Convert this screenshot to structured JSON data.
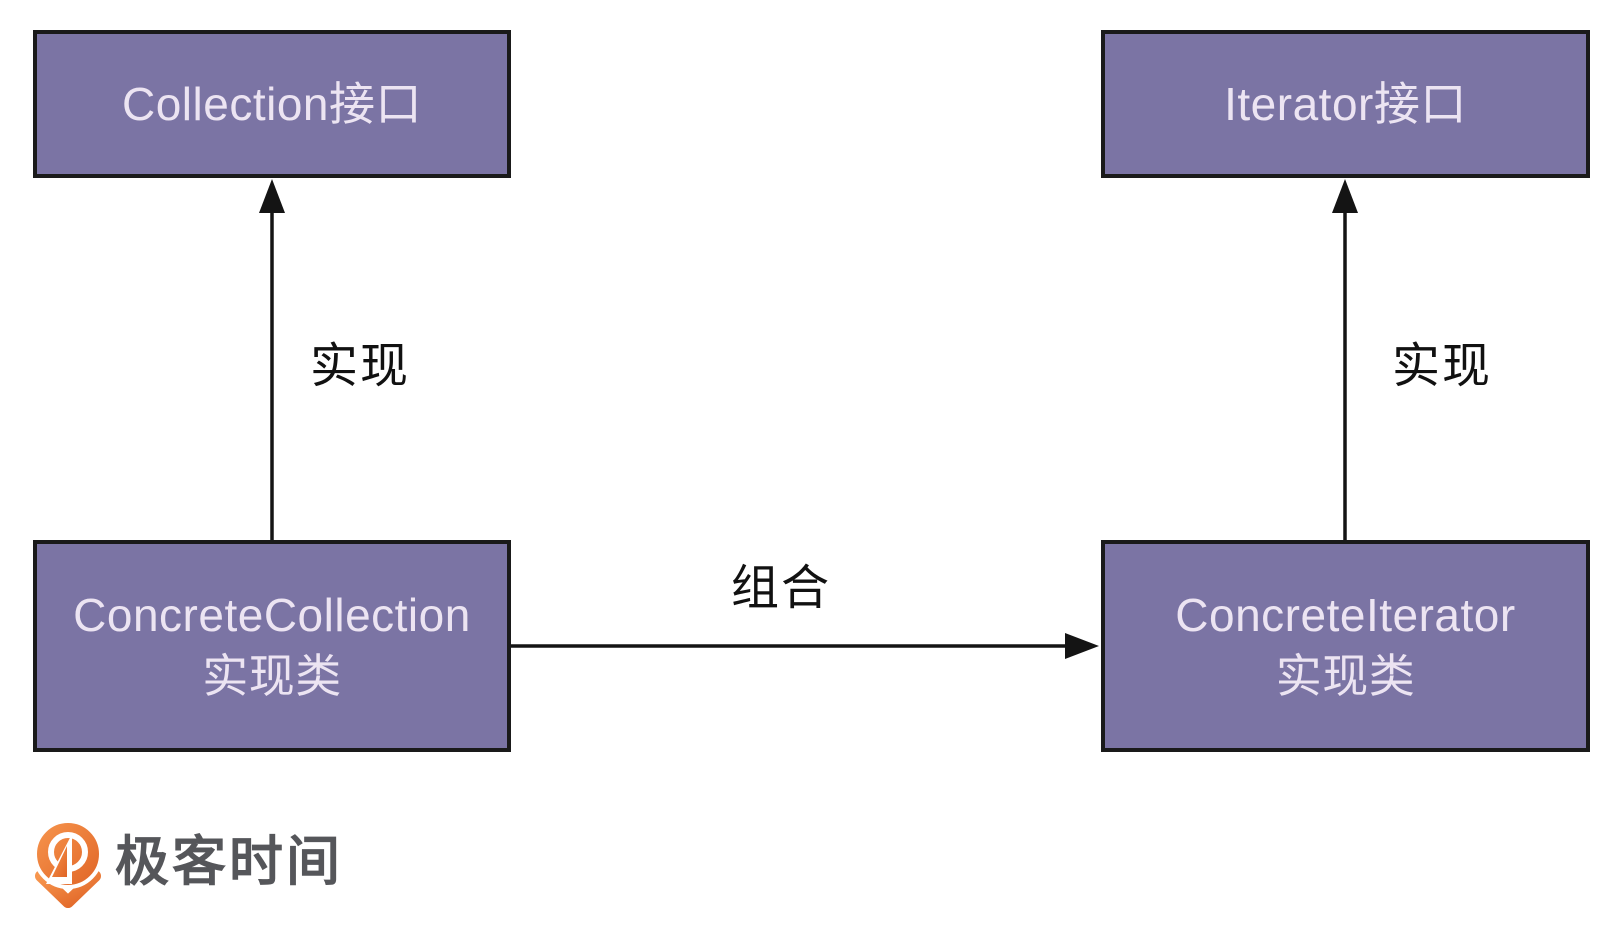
{
  "diagram": {
    "description": "Iterator design pattern class diagram",
    "nodes": [
      {
        "id": "collection-interface",
        "label": "Collection接口"
      },
      {
        "id": "iterator-interface",
        "label": "Iterator接口"
      },
      {
        "id": "concrete-collection",
        "label": "ConcreteCollection",
        "label2": "实现类"
      },
      {
        "id": "concrete-iterator",
        "label": "ConcreteIterator",
        "label2": "实现类"
      }
    ],
    "edges": [
      {
        "from": "concrete-collection",
        "to": "collection-interface",
        "label": "实现",
        "type": "implements-arrow-up"
      },
      {
        "from": "concrete-iterator",
        "to": "iterator-interface",
        "label": "实现",
        "type": "implements-arrow-up"
      },
      {
        "from": "concrete-collection",
        "to": "concrete-iterator",
        "label": "组合",
        "type": "composition-arrow-right"
      }
    ]
  },
  "branding": {
    "logo_text": "极客时间"
  },
  "colors": {
    "box_fill": "#7b74a4",
    "box_border": "#1a1a1a",
    "box_text": "#ece4f2",
    "edge_line": "#141414",
    "edge_label_text": "#111111",
    "logo_text": "#55565a",
    "logo_orange_light": "#f7964e",
    "logo_orange_dark": "#e06426",
    "background": "#ffffff"
  }
}
